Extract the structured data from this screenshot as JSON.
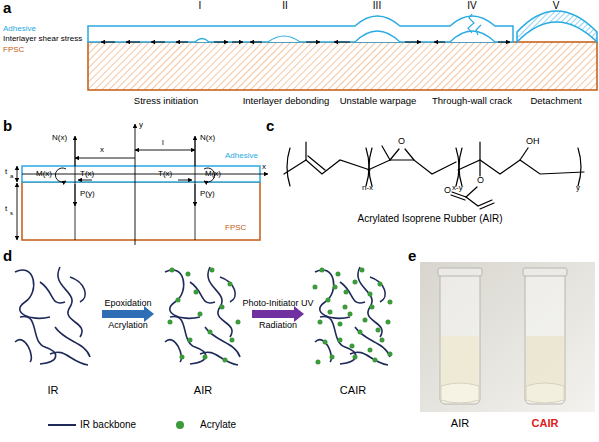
{
  "diagram": {
    "nodes": [
      {
        "text": [
          "IR"
        ]
      },
      {
        "text": [
          "AIR"
        ]
      },
      {
        "text": [
          "CAIR"
        ]
      }
    ],
    "edges": [
      {
        "from": 0,
        "to": 1,
        "arrow": "to",
        "label": "Epoxidation Acrylation"
      },
      {
        "from": 1,
        "to": 2,
        "arrow": "to",
        "label": "Photo-Initiator UV Radiation"
      }
    ],
    "labels": [
      "a",
      "I",
      "II",
      "III",
      "IV",
      "V",
      "Adhesive",
      "Interlayer shear stress",
      "FPSC",
      "Stress initiation",
      "Interlayer debonding",
      "Unstable warpage",
      "Through-wall crack",
      "Detachment",
      "b",
      "N(x)",
      "y",
      "N(x)",
      "l",
      "x",
      "M(x)",
      "T(x)",
      "T(x)",
      "M(x)",
      "x",
      "Adhesive",
      "t",
      "a",
      "t",
      "s",
      "P(y)",
      "P(y)",
      "FPSC",
      "c",
      "n-x",
      "O",
      "x-y",
      "O",
      "O",
      "OH",
      "y",
      "Acrylated Isoprene Rubber (AIR)",
      "d",
      "e",
      "AIR",
      "CAIR"
    ],
    "legend": [
      {
        "text": "IR backbone"
      },
      {
        "text": "Acrylate",
        "color": "#3c9a3c"
      }
    ]
  }
}
